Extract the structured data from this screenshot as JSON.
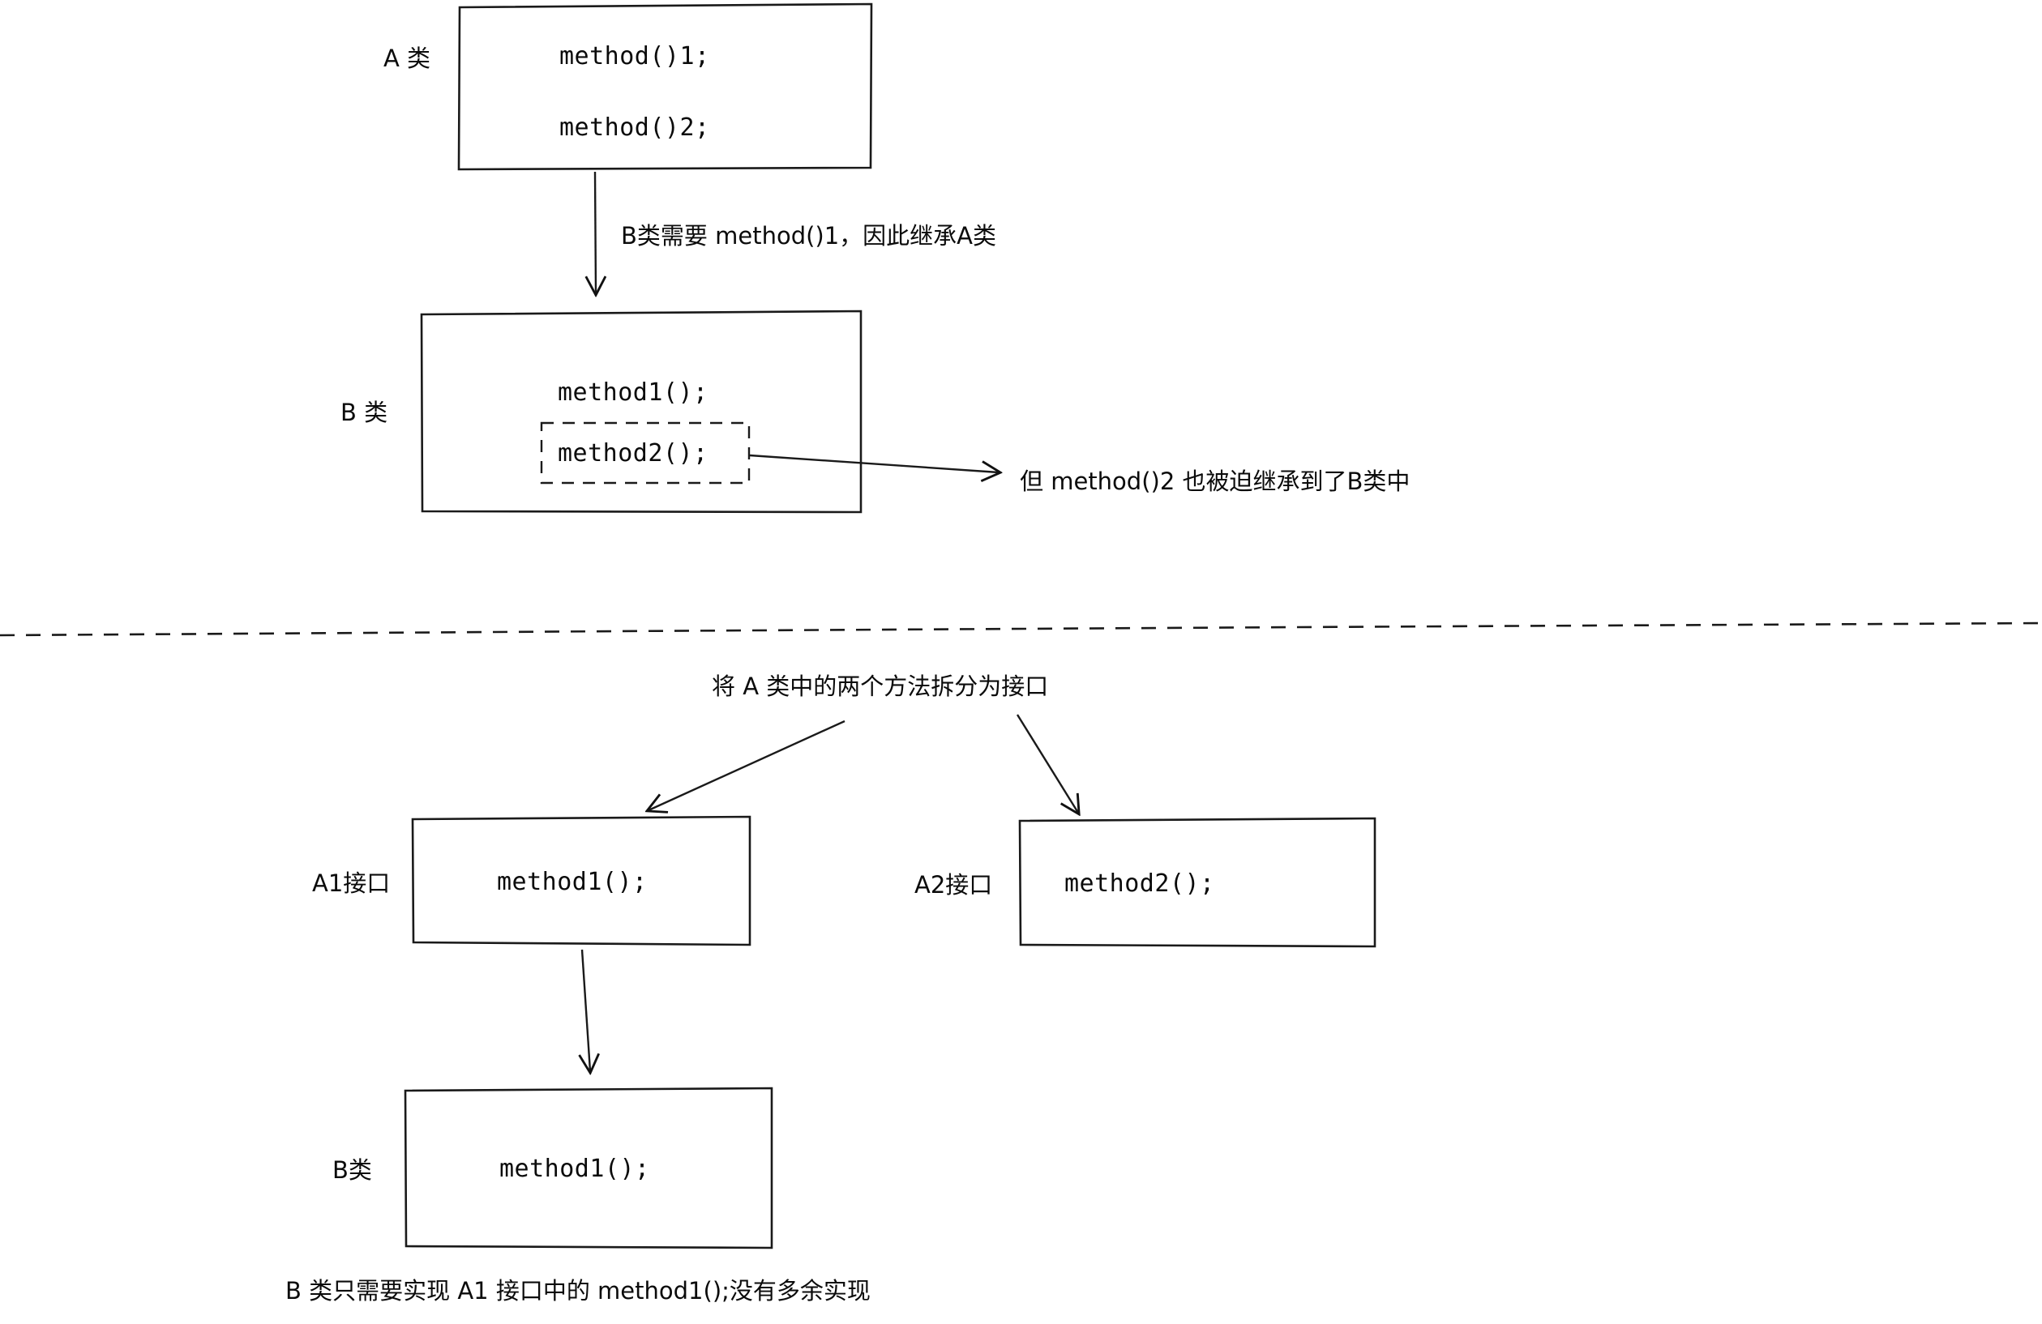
{
  "diagram": {
    "title_semantic": "interface-segregation-principle-diagram",
    "colors": {
      "stroke": "#111111",
      "text": "#0b0b0b",
      "background": "#ffffff",
      "dashed_stroke": "#111111"
    },
    "divider": {
      "style": "dashed-horizontal-rule"
    }
  },
  "top_section": {
    "class_a": {
      "side_label": "A 类",
      "methods": [
        "method()1;",
        "method()2;"
      ]
    },
    "inherit_arrow_label": "B类需要 method()1，因此继承A类",
    "class_b": {
      "side_label": "B 类",
      "methods": [
        "method1();"
      ],
      "forced_method": "method2();"
    },
    "forced_note": "但 method()2 也被迫继承到了B类中"
  },
  "bottom_section": {
    "split_note": "将 A 类中的两个方法拆分为接口",
    "interface_a1": {
      "side_label": "A1接口",
      "methods": [
        "method1();"
      ]
    },
    "interface_a2": {
      "side_label": "A2接口",
      "methods": [
        "method2();"
      ]
    },
    "class_b": {
      "side_label": "B类",
      "methods": [
        "method1();"
      ]
    },
    "conclusion": "B 类只需要实现 A1 接口中的 method1();没有多余实现"
  }
}
